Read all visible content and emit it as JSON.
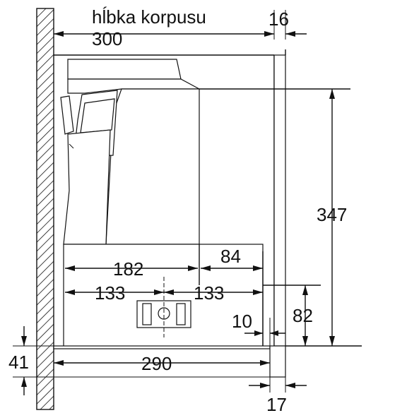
{
  "diagram": {
    "depth_label": "hĺbka korpusu",
    "depth_value": "300",
    "dim_16": "16",
    "dim_347": "347",
    "dim_182": "182",
    "dim_84": "84",
    "dim_133_left": "133",
    "dim_133_right": "133",
    "dim_82": "82",
    "dim_10": "10",
    "dim_41": "41",
    "dim_290": "290",
    "dim_17": "17"
  },
  "colors": {
    "line": "#111111",
    "background": "#ffffff"
  }
}
